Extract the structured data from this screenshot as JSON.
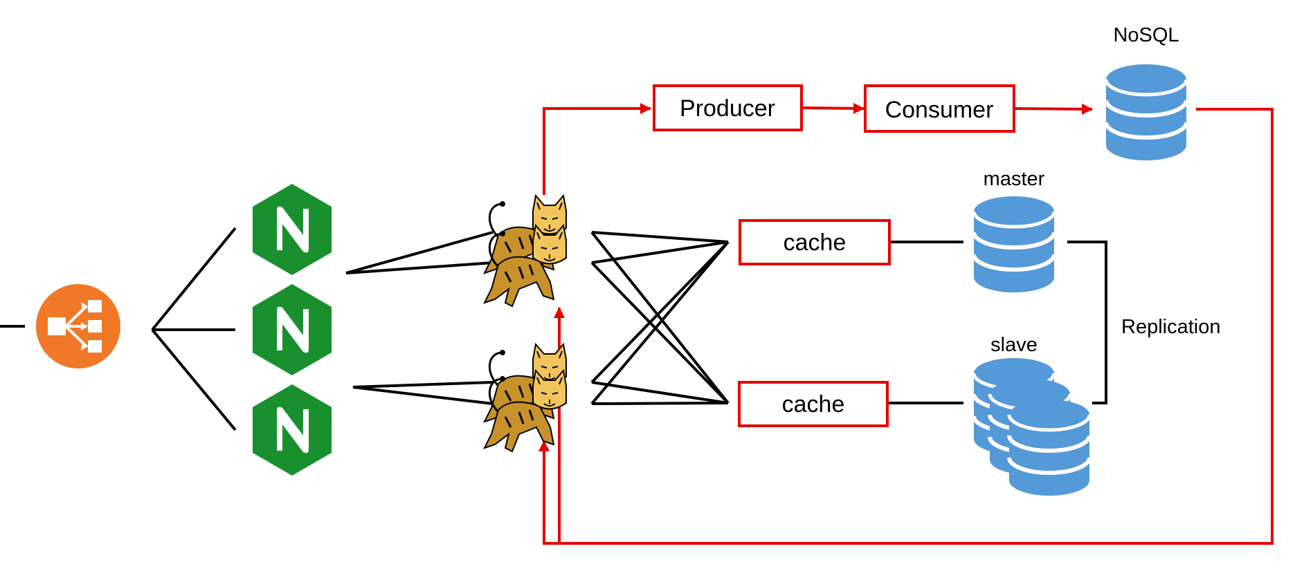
{
  "queue": {
    "producer": "Producer",
    "consumer": "Consumer"
  },
  "nosql": {
    "label": "NoSQL"
  },
  "caches": [
    "cache",
    "cache"
  ],
  "databases": {
    "master": "master",
    "slave": "slave",
    "replication": "Replication"
  },
  "icons": {
    "load_balancer": "load-balancer-icon",
    "nginx": "nginx-icon",
    "tomcat": "tomcat-icon",
    "database": "database-icon"
  },
  "colors": {
    "red": "#e60000",
    "black": "#000000",
    "orange": "#f07826",
    "nginx_green": "#1a8f2e",
    "db_blue": "#5499d8",
    "tomcat_yellow": "#f2c55c",
    "tomcat_body": "#c8922a"
  }
}
